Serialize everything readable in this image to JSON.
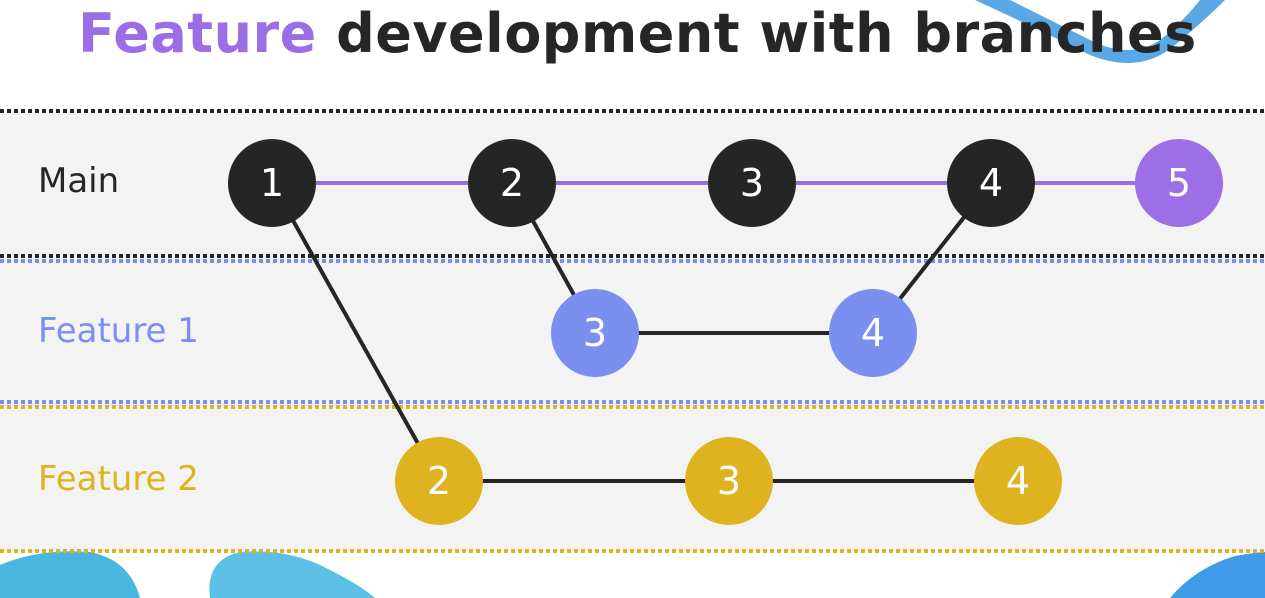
{
  "title": {
    "accent": "Feature",
    "rest": " development with branches"
  },
  "colors": {
    "main": "#252525",
    "feature1": "#7b8ff0",
    "feature2": "#dfb31f",
    "purple": "#9d6fe6",
    "lane_bg": "#f3f3f3"
  },
  "lanes": [
    {
      "id": "main",
      "label": "Main",
      "color": "#262626"
    },
    {
      "id": "feature1",
      "label": "Feature 1",
      "color": "#7b8ff0"
    },
    {
      "id": "feature2",
      "label": "Feature 2",
      "color": "#dfb31f"
    }
  ],
  "commits": [
    {
      "id": "m1",
      "lane": "main",
      "label": "1",
      "color": "#252525"
    },
    {
      "id": "m2",
      "lane": "main",
      "label": "2",
      "color": "#252525"
    },
    {
      "id": "m3",
      "lane": "main",
      "label": "3",
      "color": "#252525"
    },
    {
      "id": "m4",
      "lane": "main",
      "label": "4",
      "color": "#252525"
    },
    {
      "id": "m5",
      "lane": "main",
      "label": "5",
      "color": "#9d6fe6"
    },
    {
      "id": "f1c3",
      "lane": "feature1",
      "label": "3",
      "color": "#7b8ff0"
    },
    {
      "id": "f1c4",
      "lane": "feature1",
      "label": "4",
      "color": "#7b8ff0"
    },
    {
      "id": "f2c2",
      "lane": "feature2",
      "label": "2",
      "color": "#dfb31f"
    },
    {
      "id": "f2c3",
      "lane": "feature2",
      "label": "3",
      "color": "#dfb31f"
    },
    {
      "id": "f2c4",
      "lane": "feature2",
      "label": "4",
      "color": "#dfb31f"
    }
  ],
  "edges": [
    {
      "from": "m1",
      "to": "m2",
      "color": "#9d6fe6"
    },
    {
      "from": "m2",
      "to": "m3",
      "color": "#9d6fe6"
    },
    {
      "from": "m3",
      "to": "m4",
      "color": "#9d6fe6"
    },
    {
      "from": "m4",
      "to": "m5",
      "color": "#9d6fe6"
    },
    {
      "from": "m1",
      "to": "f2c2",
      "color": "#252525"
    },
    {
      "from": "m2",
      "to": "f1c3",
      "color": "#252525"
    },
    {
      "from": "f1c3",
      "to": "f1c4",
      "color": "#252525"
    },
    {
      "from": "f1c4",
      "to": "m4",
      "color": "#252525"
    },
    {
      "from": "f2c2",
      "to": "f2c3",
      "color": "#252525"
    },
    {
      "from": "f2c3",
      "to": "f2c4",
      "color": "#252525"
    }
  ]
}
